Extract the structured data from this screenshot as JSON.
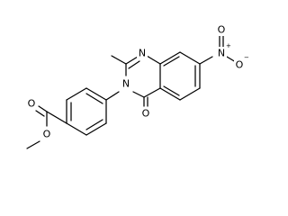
{
  "molecule": {
    "name": "methyl 4-(2-methyl-7-nitro-4-oxoquinazolin-3-yl)benzoate",
    "atom_labels": {
      "n1": "N",
      "n3": "N",
      "o4": "O",
      "n_nitro": "N",
      "o_nitro_top": "O",
      "o_nitro_right": "O",
      "o_ester_carbonyl": "O",
      "o_ester_ether": "O"
    },
    "charges": {
      "n_nitro": "+",
      "o_nitro_right": "−"
    },
    "colors": {
      "bond": "#000000",
      "label": "#000000",
      "background": "#ffffff"
    }
  }
}
